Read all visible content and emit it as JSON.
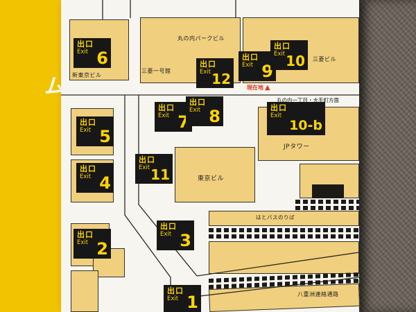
{
  "sign": {
    "side_partial_text": "ム",
    "current_location": "現在地",
    "marker_glyph": "▲",
    "direction_note": "丸の内一丁目・大手町方面",
    "exit_kanji": "出口",
    "exit_english": "Exit",
    "exits": {
      "e1": "1",
      "e2": "2",
      "e3": "3",
      "e4": "4",
      "e5": "5",
      "e6": "6",
      "e7": "7",
      "e8": "8",
      "e9": "9",
      "e10": "10",
      "e10b": "10-b",
      "e11": "11",
      "e12": "12"
    },
    "buildings": {
      "shintokyo": "新東京ビル",
      "park": "丸の内パークビル",
      "ichigokan": "三菱一号館",
      "mitsubishi": "三菱ビル",
      "jptower": "JPタワー",
      "tokyo": "東京ビル",
      "hatobus": "はとバスのりば",
      "yaesu": "八重洲連絡通路"
    },
    "colors": {
      "board_yellow": "#f2c300",
      "panel_white": "#f7f5ef",
      "building_tan": "#f0cf7e",
      "sign_black": "#171717",
      "sign_yellow": "#ffd400",
      "marker_red": "#d93a20",
      "wall_gray": "#6d645b"
    }
  }
}
